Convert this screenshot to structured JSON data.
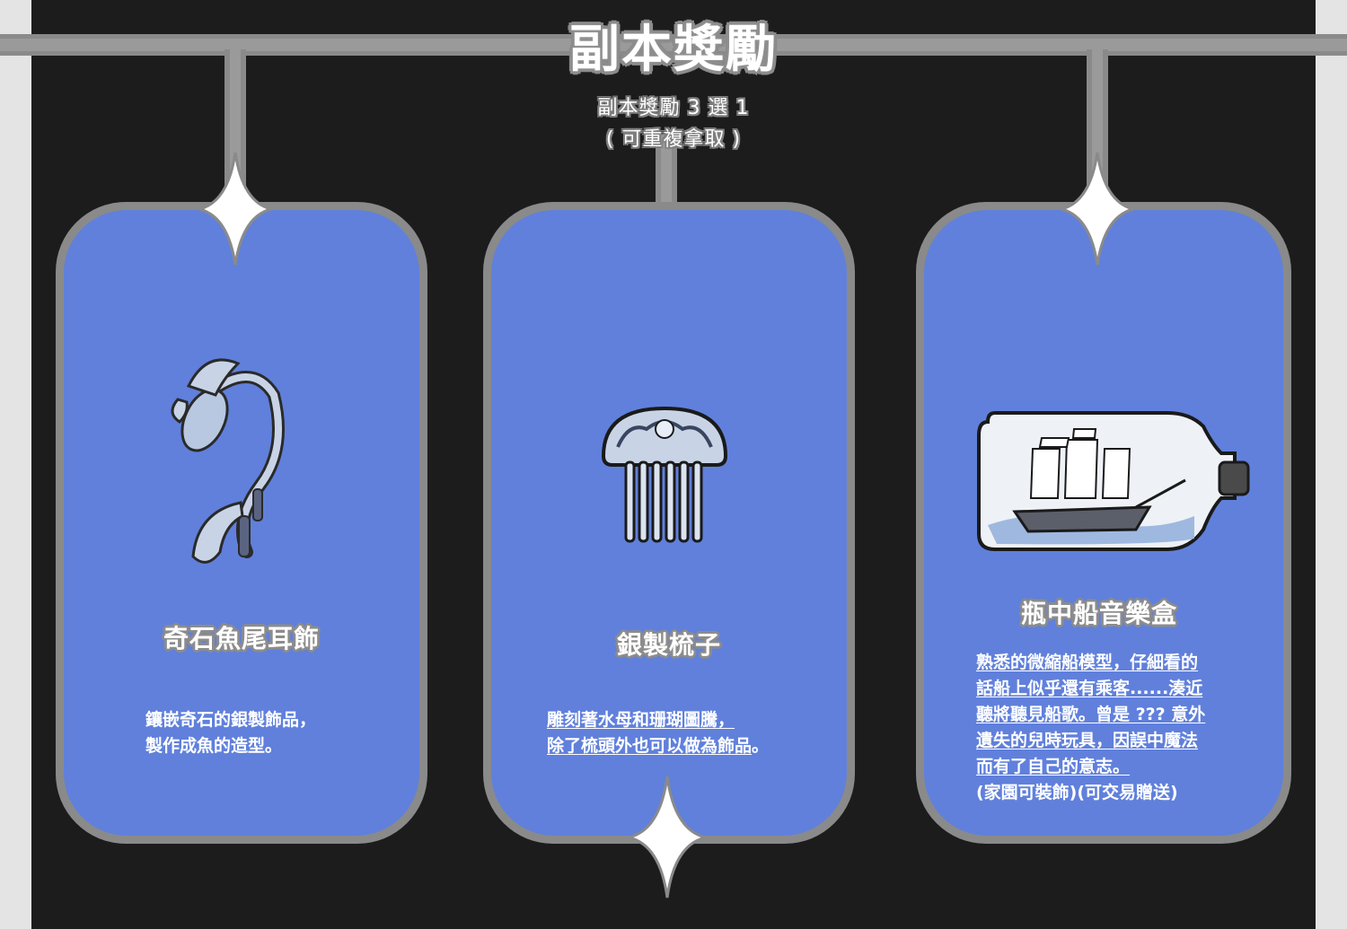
{
  "header": {
    "title": "副本獎勵",
    "subtitle_line1": "副本獎勵 3 選 1",
    "subtitle_line2": "( 可重複拿取 )"
  },
  "colors": {
    "card_fill": "#6080db",
    "card_border": "#8a8a8a",
    "background": "#1c1c1c"
  },
  "cards": [
    {
      "image_icon": "fish-tail-earring-icon",
      "title": "奇石魚尾耳飾",
      "description": [
        "鑲嵌奇石的銀製飾品，",
        "製作成魚的造型。"
      ]
    },
    {
      "image_icon": "silver-comb-icon",
      "title": "銀製梳子",
      "description": [
        "雕刻著水母和珊瑚圖騰，",
        "除了梳頭外也可以做為飾品",
        "。"
      ]
    },
    {
      "image_icon": "ship-in-bottle-icon",
      "title": "瓶中船音樂盒",
      "description": [
        "熟悉的微縮船模型，仔細看的",
        "話船上似乎還有乘客......湊近",
        "聽將聽見船歌。曾是 ??? 意外",
        "遺失的兒時玩具，因誤中魔法",
        "而有了自己的意志。",
        "(家園可裝飾)(可交易贈送)"
      ]
    }
  ]
}
